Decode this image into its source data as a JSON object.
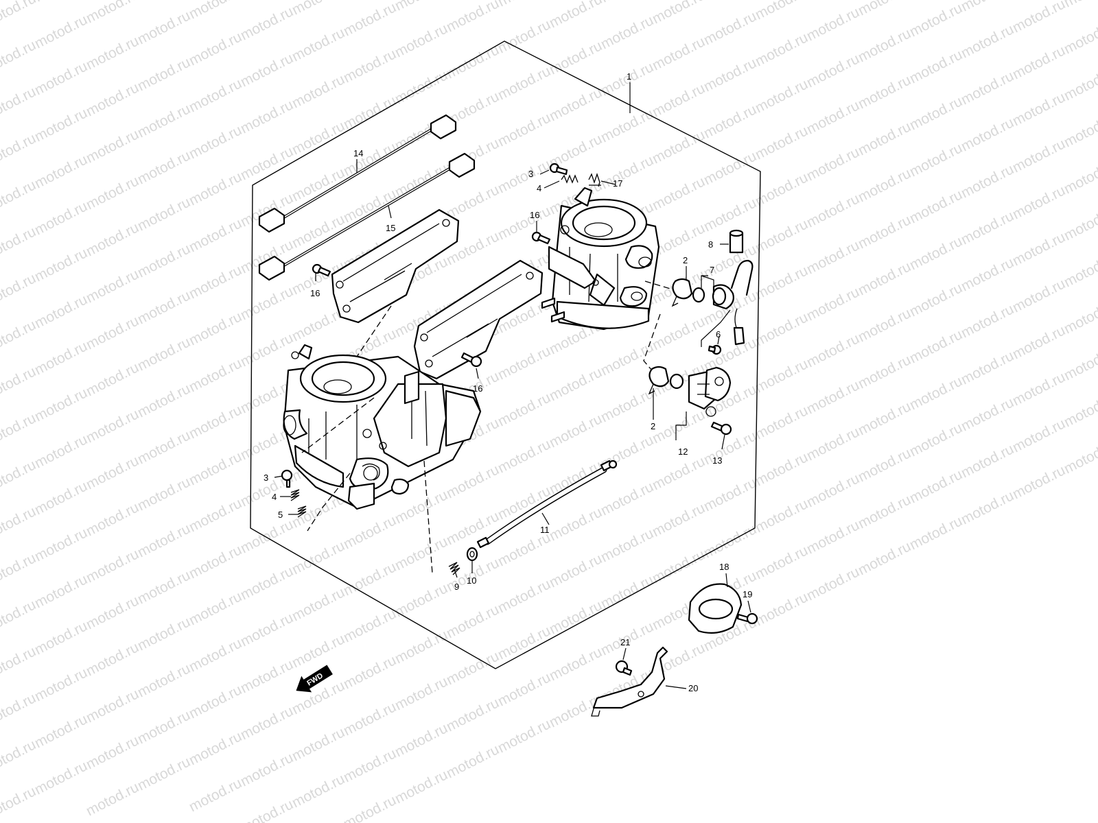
{
  "watermark": "motod.ru",
  "fwd_label": "FWD",
  "callouts": {
    "c1": "1",
    "c2a": "2",
    "c2b": "2",
    "c3a": "3",
    "c3b": "3",
    "c4a": "4",
    "c4b": "4",
    "c5": "5",
    "c6": "6",
    "c7": "7",
    "c8": "8",
    "c9": "9",
    "c10": "10",
    "c11": "11",
    "c12": "12",
    "c13": "13",
    "c14": "14",
    "c15": "15",
    "c16a": "16",
    "c16b": "16",
    "c16c": "16",
    "c17": "17",
    "c18": "18",
    "c19": "19",
    "c20": "20",
    "c21": "21"
  }
}
